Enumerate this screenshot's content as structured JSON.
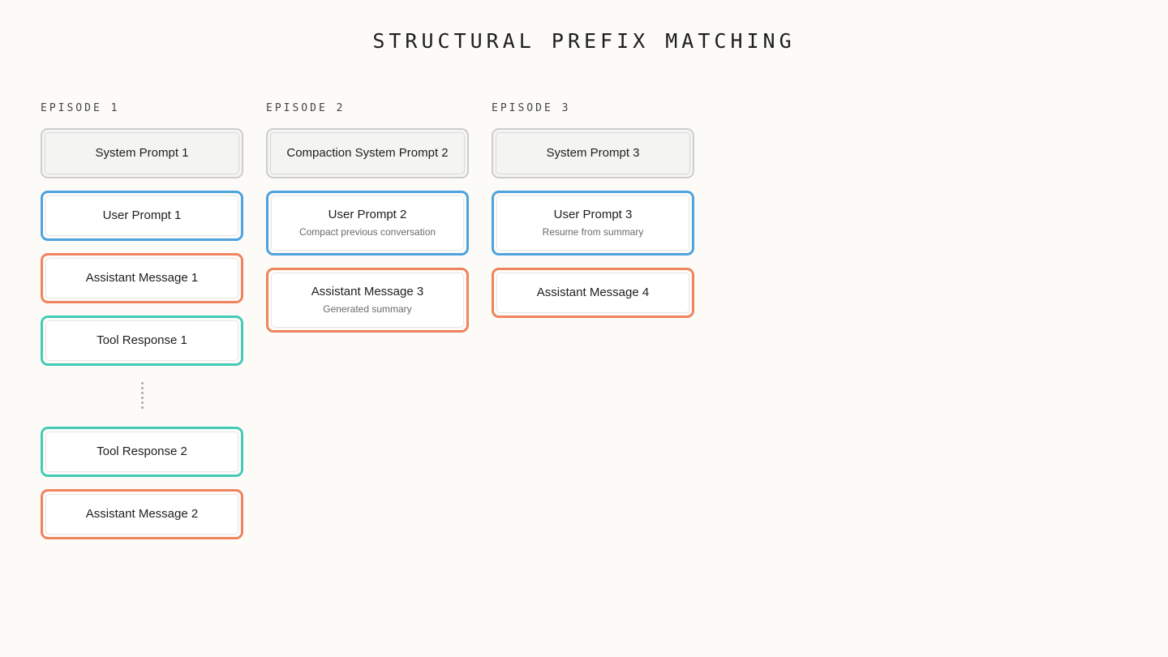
{
  "title": "STRUCTURAL PREFIX MATCHING",
  "colors": {
    "system_border": "#cdcdcd",
    "user_border": "#4da3dd",
    "assistant_border": "#f0845e",
    "tool_border": "#44cbb6",
    "background": "#fcfbf8"
  },
  "episodes": [
    {
      "label": "EPISODE 1",
      "items": [
        {
          "kind": "system",
          "label": "System Prompt 1",
          "sub": ""
        },
        {
          "kind": "user",
          "label": "User Prompt 1",
          "sub": ""
        },
        {
          "kind": "assistant",
          "label": "Assistant Message 1",
          "sub": ""
        },
        {
          "kind": "tool",
          "label": "Tool Response 1",
          "sub": ""
        },
        {
          "kind": "ellipsis",
          "label": "",
          "sub": ""
        },
        {
          "kind": "tool",
          "label": "Tool Response 2",
          "sub": ""
        },
        {
          "kind": "assistant",
          "label": "Assistant Message 2",
          "sub": ""
        }
      ]
    },
    {
      "label": "EPISODE 2",
      "items": [
        {
          "kind": "system",
          "label": "Compaction System Prompt 2",
          "sub": ""
        },
        {
          "kind": "user",
          "label": "User Prompt 2",
          "sub": "Compact previous conversation"
        },
        {
          "kind": "assistant",
          "label": "Assistant Message 3",
          "sub": "Generated summary"
        }
      ]
    },
    {
      "label": "EPISODE 3",
      "items": [
        {
          "kind": "system",
          "label": "System Prompt 3",
          "sub": ""
        },
        {
          "kind": "user",
          "label": "User Prompt 3",
          "sub": "Resume from summary"
        },
        {
          "kind": "assistant",
          "label": "Assistant Message 4",
          "sub": ""
        }
      ]
    }
  ]
}
